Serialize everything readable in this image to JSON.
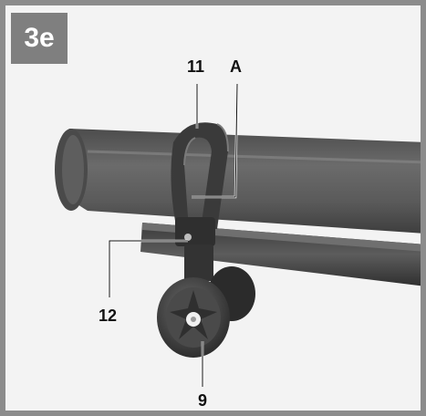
{
  "figure": {
    "step_label": "3e",
    "callouts": {
      "part_11": "11",
      "part_a": "A",
      "part_12": "12",
      "part_9": "9"
    },
    "colors": {
      "badge": "#7f7f7f",
      "frame": "#8c8c8c",
      "tube": "#5a5a5a"
    }
  }
}
